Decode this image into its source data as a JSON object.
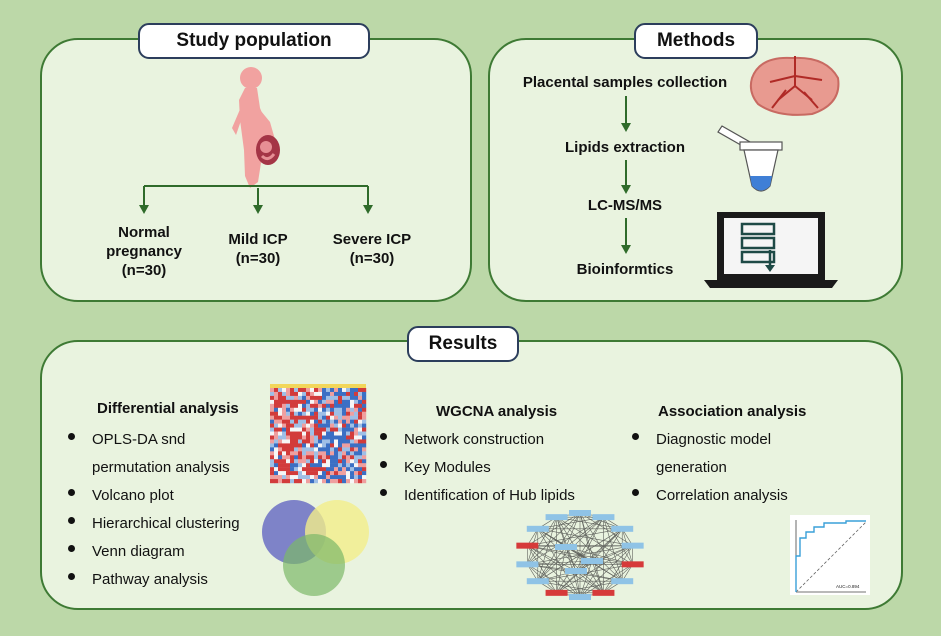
{
  "study": {
    "title": "Study population",
    "groups": [
      {
        "name_line1": "Normal",
        "name_line2": "pregnancy",
        "n": "(n=30)"
      },
      {
        "name_line1": "Mild ICP",
        "n": "(n=30)"
      },
      {
        "name_line1": "Severe ICP",
        "n": "(n=30)"
      }
    ]
  },
  "methods": {
    "title": "Methods",
    "steps": [
      "Placental samples collection",
      "Lipids extraction",
      "LC-MS/MS",
      "Bioinformtics"
    ]
  },
  "results": {
    "title": "Results",
    "differential": {
      "heading": "Differential analysis",
      "items": [
        "OPLS-DA snd",
        "permutation analysis",
        "Volcano plot",
        "Hierarchical clustering",
        "Venn diagram",
        "Pathway analysis"
      ]
    },
    "wgcna": {
      "heading": "WGCNA analysis",
      "items": [
        "Network construction",
        "Key Modules",
        "Identification  of Hub lipids"
      ]
    },
    "association": {
      "heading": "Association analysis",
      "items": [
        "Diagnostic model",
        "generation",
        "Correlation analysis"
      ],
      "roc_label": "AUC=0.894"
    }
  },
  "colors": {
    "background": "#bcd8a8",
    "panel_fill": "#e9f3df",
    "panel_border": "#3e7a34",
    "arrow": "#2f6b2a",
    "title_border": "#2c3e5c",
    "venn_blue": "#6b6fc4",
    "venn_yellow": "#f2ee8a",
    "venn_green": "#7cb868",
    "hub_node": "#d63a3a",
    "normal_node": "#8fc3e6"
  },
  "icons": [
    "pregnant-woman-icon",
    "placenta-icon",
    "tube-icon",
    "laptop-icon",
    "heatmap-icon",
    "venn-icon",
    "network-icon",
    "roc-curve-icon"
  ]
}
